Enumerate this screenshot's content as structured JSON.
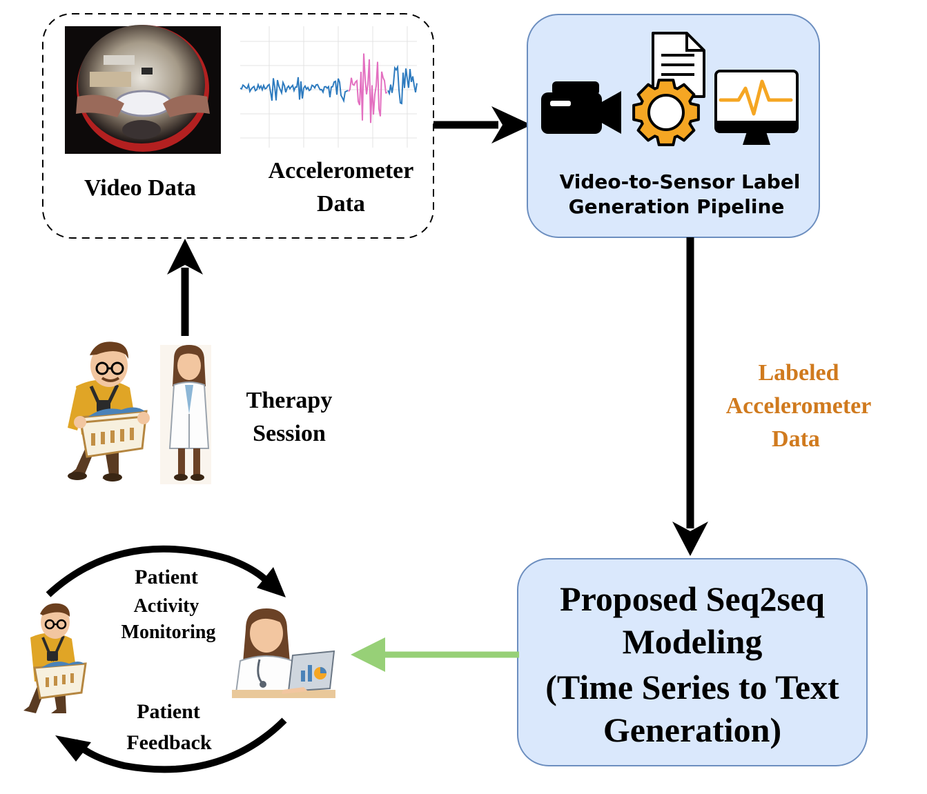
{
  "inputs": {
    "video_label": "Video Data",
    "accel_label_line1": "Accelerometer",
    "accel_label_line2": "Data"
  },
  "pipeline": {
    "line1": "Video-to-Sensor Label",
    "line2": "Generation Pipeline"
  },
  "flow_label": {
    "line1": "Labeled",
    "line2": "Accelerometer",
    "line3": "Data",
    "color": "#d07a1e"
  },
  "model": {
    "line1": "Proposed Seq2seq",
    "line2": "Modeling",
    "line3": "(Time Series to Text",
    "line4": "Generation)"
  },
  "session": {
    "line1": "Therapy",
    "line2": "Session"
  },
  "loop": {
    "top_line1": "Patient",
    "top_line2": "Activity",
    "top_line3": "Monitoring",
    "bottom_line1": "Patient",
    "bottom_line2": "Feedback"
  },
  "colors": {
    "box_fill": "#dae8fc",
    "box_stroke": "#6c8ebf",
    "arrow": "#000000",
    "green_arrow": "#97d077",
    "accel_blue": "#2e7bbf",
    "accel_pink": "#e36fc0",
    "gear": "#f5a623"
  },
  "icons": [
    "video-camera-icon",
    "document-icon",
    "gear-icon",
    "monitor-pulse-icon"
  ]
}
